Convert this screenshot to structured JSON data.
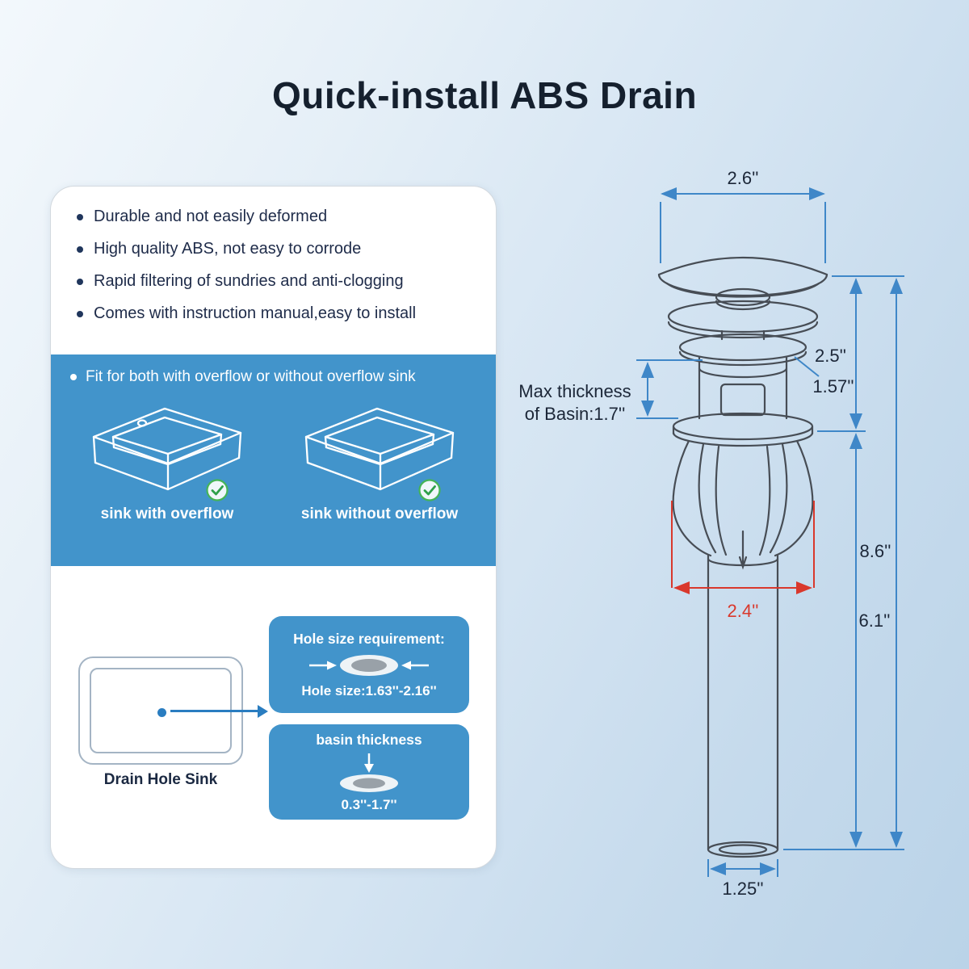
{
  "title": "Quick-install ABS Drain",
  "features": [
    "Durable and not easily deformed",
    "High quality ABS, not easy to corrode",
    "Rapid filtering of sundries and anti-clogging",
    "Comes with instruction manual,easy to install"
  ],
  "overflow_section": {
    "heading": "Fit for both with overflow or without overflow sink",
    "sink_with_label": "sink with overflow",
    "sink_without_label": "sink without overflow"
  },
  "hole_section": {
    "sink_caption": "Drain Hole Sink",
    "hole_box_title": "Hole size requirement:",
    "hole_box_value": "Hole size:1.63''-2.16''",
    "thickness_box_title": "basin thickness",
    "thickness_box_value": "0.3''-1.7''"
  },
  "diagram": {
    "cap_width": "2.6''",
    "upper_height": "2.5''",
    "thread_diameter": "1.57''",
    "max_thickness_line1": "Max thickness",
    "max_thickness_line2": "of Basin:1.7''",
    "total_height": "8.6''",
    "lower_height": "6.1''",
    "strainer_width": "2.4''",
    "pipe_width": "1.25''"
  },
  "icons": {
    "check": "✓",
    "bullet": "•"
  },
  "colors": {
    "accent_blue": "#4294cb",
    "dimension_blue": "#3f87c8",
    "dimension_red": "#d9382c",
    "check_green": "#3aae4f",
    "text_navy": "#1c2940"
  }
}
